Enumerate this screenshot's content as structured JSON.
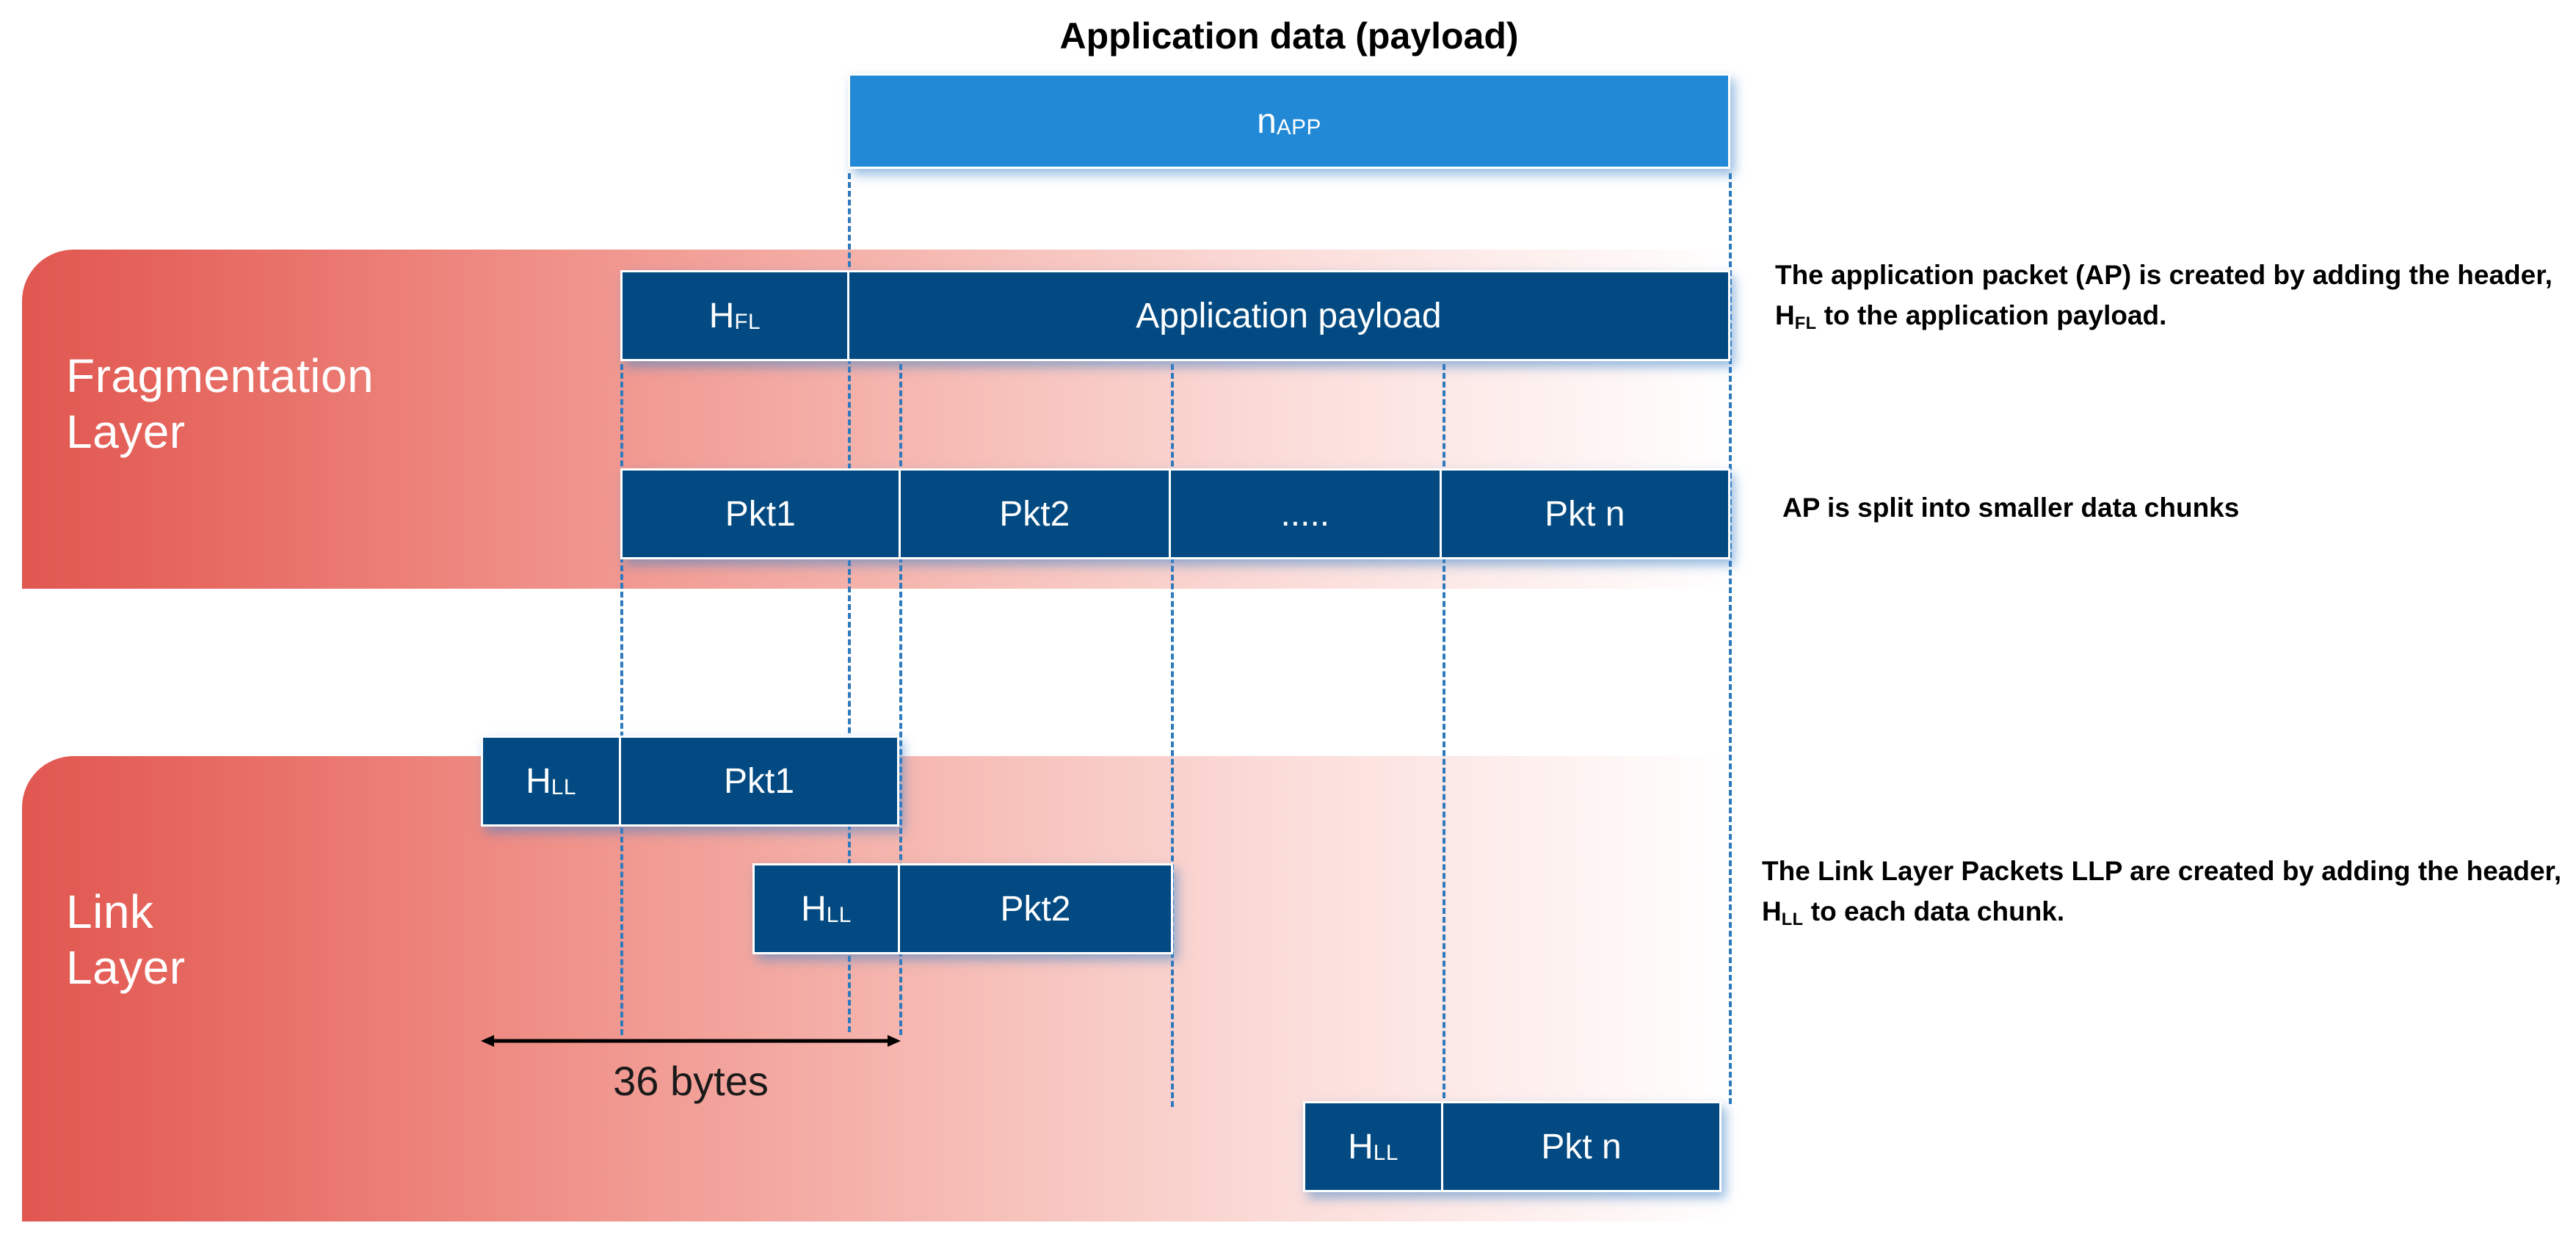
{
  "title": "Application data (payload)",
  "app_box": {
    "label": "n",
    "sub": "APP"
  },
  "layers": [
    {
      "name": "Fragmentation Layer",
      "label": "Fragmentation\nLayer"
    },
    {
      "name": "Link Layer",
      "label": "Link\nLayer"
    }
  ],
  "rows": {
    "application_packet": [
      {
        "label": "H",
        "sub": "FL"
      },
      {
        "label": "Application payload",
        "sub": ""
      }
    ],
    "data_chunks": [
      {
        "label": "Pkt1",
        "sub": ""
      },
      {
        "label": "Pkt2",
        "sub": ""
      },
      {
        "label": ".....",
        "sub": ""
      },
      {
        "label": "Pkt n",
        "sub": ""
      }
    ],
    "llp1": [
      {
        "label": "H",
        "sub": "LL"
      },
      {
        "label": "Pkt1",
        "sub": ""
      }
    ],
    "llp2": [
      {
        "label": "H",
        "sub": "LL"
      },
      {
        "label": "Pkt2",
        "sub": ""
      }
    ],
    "llpn": [
      {
        "label": "H",
        "sub": "LL"
      },
      {
        "label": "Pkt n",
        "sub": ""
      }
    ]
  },
  "dimension": {
    "value": "36 bytes"
  },
  "annotations": {
    "application_packet": {
      "part1": "The application packet (AP) is created by adding the header, H",
      "sub": "FL",
      "part2": " to the application payload."
    },
    "split": "AP is split into smaller data chunks",
    "link_layer": {
      "part1": "The Link Layer Packets LLP are created by adding the header, H",
      "sub": "LL",
      "part2": " to each data chunk."
    }
  },
  "colors": {
    "dark_blue": "#024a81",
    "light_blue": "#2189d6",
    "layer_red": "#e05750",
    "guide_blue": "#2f79bd"
  }
}
